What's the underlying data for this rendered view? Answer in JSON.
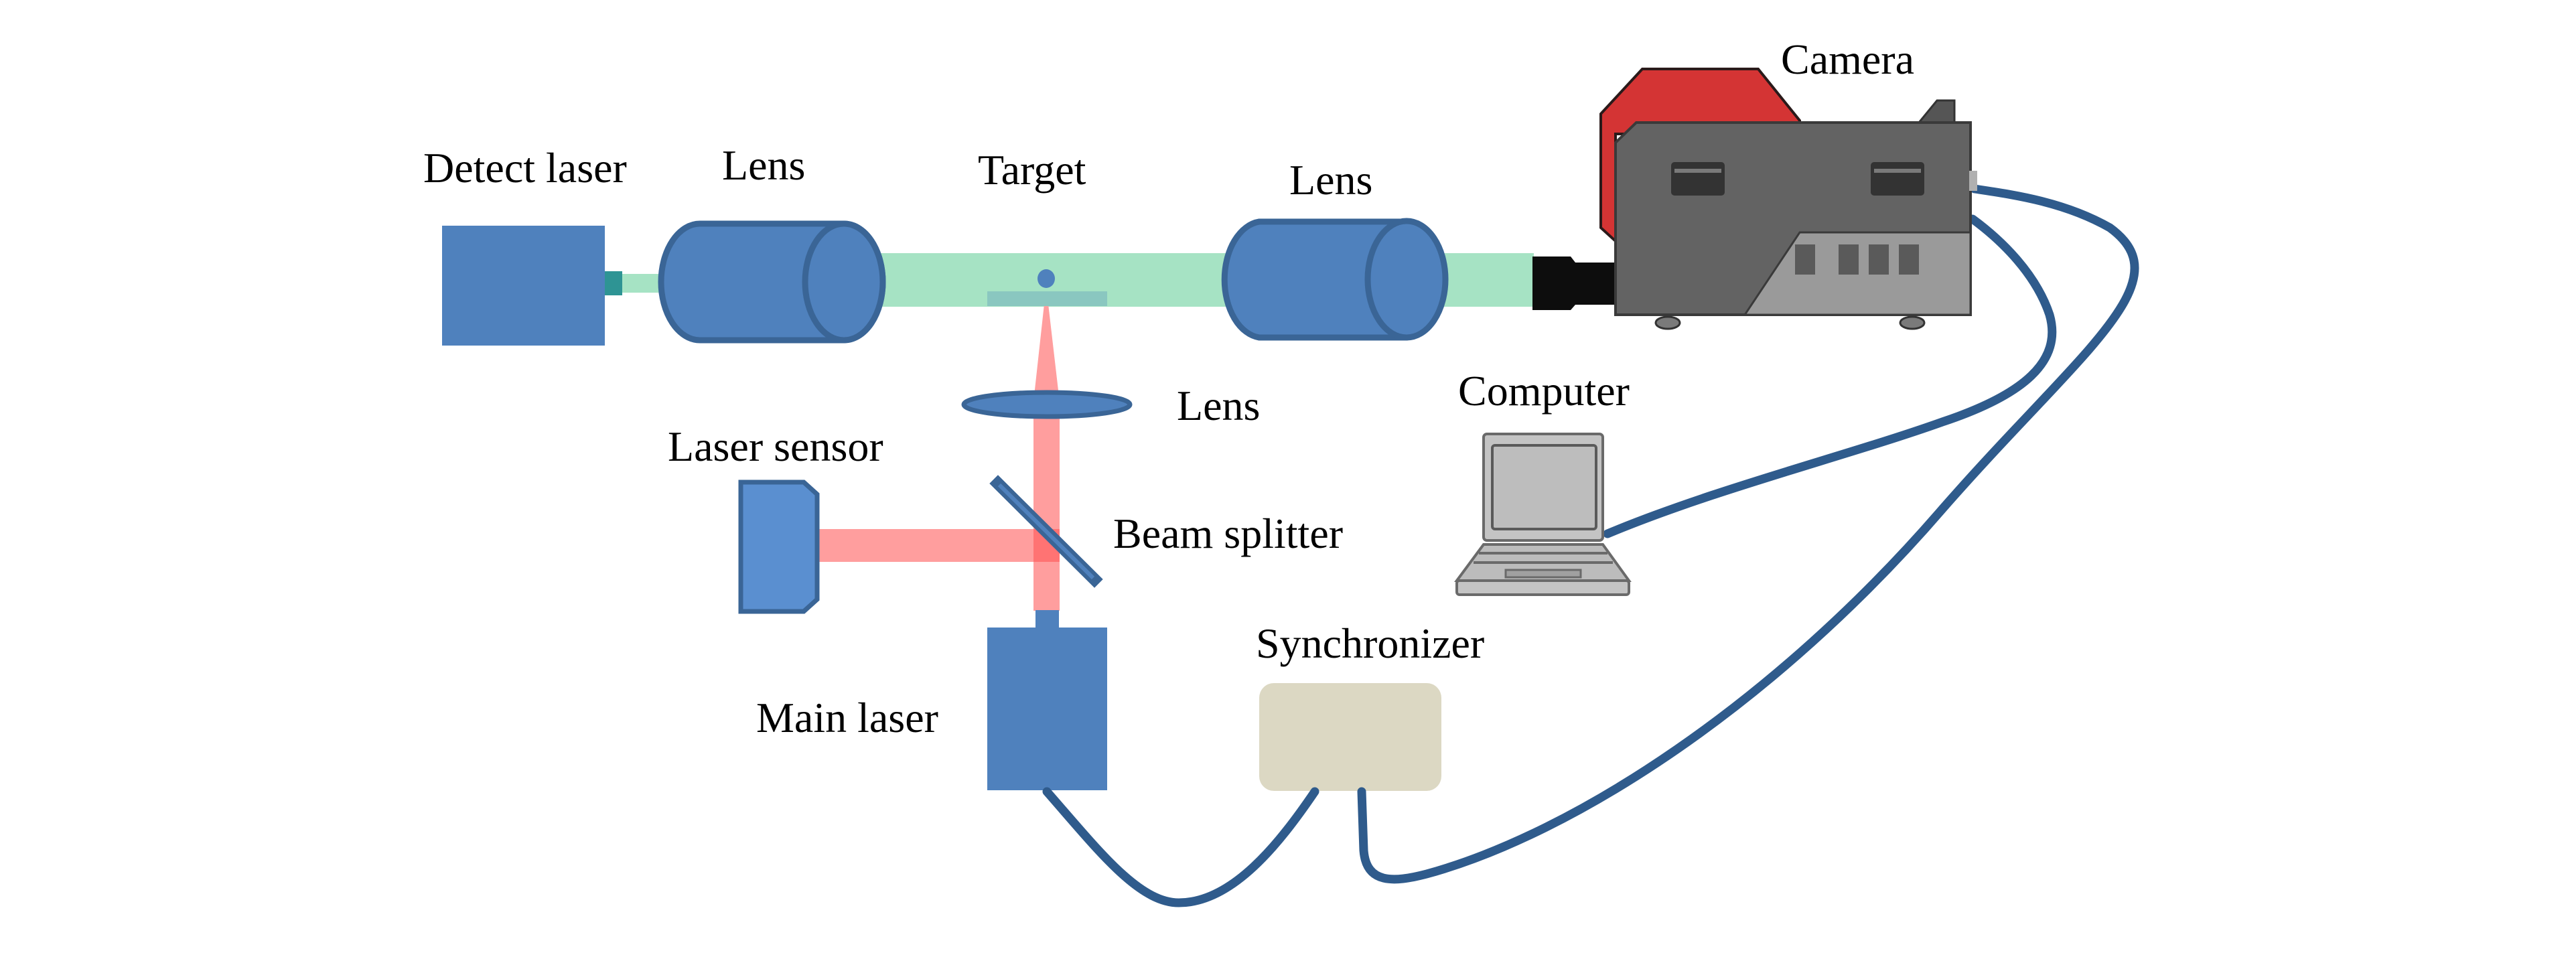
{
  "figure": {
    "kind": "experimental-setup-schematic",
    "labels": {
      "detect_laser": "Detect laser",
      "lens_1": "Lens",
      "target": "Target",
      "lens_2": "Lens",
      "camera": "Camera",
      "focus_lens": "Lens",
      "computer": "Computer",
      "laser_sensor": "Laser sensor",
      "beam_splitter": "Beam splitter",
      "synchronizer": "Synchronizer",
      "main_laser": "Main laser"
    },
    "components": [
      {
        "id": "detect_laser",
        "type": "laser-source",
        "icon": "laser-box-icon"
      },
      {
        "id": "lens_1",
        "type": "cylindrical-lens",
        "icon": "cylinder-lens-icon"
      },
      {
        "id": "target",
        "type": "droplet-on-plate",
        "icon": "droplet-icon"
      },
      {
        "id": "lens_2",
        "type": "cylindrical-lens",
        "icon": "cylinder-lens-icon"
      },
      {
        "id": "camera",
        "type": "high-speed-camera",
        "icon": "camera-icon"
      },
      {
        "id": "focus_lens",
        "type": "focusing-lens",
        "icon": "ellipse-lens-icon"
      },
      {
        "id": "beam_splitter",
        "type": "mirror",
        "icon": "beam-splitter-icon"
      },
      {
        "id": "laser_sensor",
        "type": "detector",
        "icon": "sensor-icon"
      },
      {
        "id": "main_laser",
        "type": "laser-source",
        "icon": "laser-box-icon"
      },
      {
        "id": "synchronizer",
        "type": "controller",
        "icon": "box-icon"
      },
      {
        "id": "computer",
        "type": "laptop",
        "icon": "laptop-icon"
      }
    ],
    "beams": [
      {
        "name": "probe-beam",
        "color": "#a6e3c4",
        "from": "detect_laser",
        "to": "camera"
      },
      {
        "name": "pump-beam",
        "color": "#ff9e9e",
        "from": "main_laser",
        "to": "target"
      },
      {
        "name": "reference-beam",
        "color": "#ff9e9e",
        "from": "beam_splitter",
        "to": "laser_sensor"
      }
    ],
    "connections": [
      {
        "from": "main_laser",
        "to": "synchronizer"
      },
      {
        "from": "synchronizer",
        "to": "camera"
      },
      {
        "from": "computer",
        "to": "camera"
      }
    ],
    "colors": {
      "device_blue": "#4f81bd",
      "device_blue_dark": "#3a6596",
      "green_beam": "#a6e3c4",
      "red_beam": "#ff9e9e",
      "cable": "#2f5b8c",
      "synchronizer_fill": "#dcd8c3",
      "camera_red": "#d43434",
      "camera_body": "#636363",
      "camera_panel": "#9a9a9a",
      "laptop_grey": "#c4c4c4"
    }
  }
}
